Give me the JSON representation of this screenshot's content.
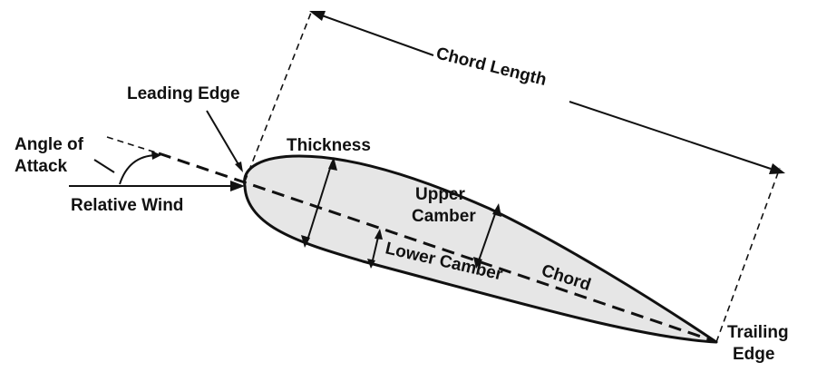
{
  "labels": {
    "leading_edge": "Leading Edge",
    "angle_of_attack_line1": "Angle of",
    "angle_of_attack_line2": "Attack",
    "relative_wind": "Relative Wind",
    "thickness": "Thickness",
    "upper_camber_line1": "Upper",
    "upper_camber_line2": "Camber",
    "lower_camber": "Lower Camber",
    "chord": "Chord",
    "chord_length": "Chord Length",
    "trailing_edge_line1": "Trailing",
    "trailing_edge_line2": "Edge"
  },
  "colors": {
    "airfoil_fill": "#e6e6e6",
    "ink": "#111111",
    "background": "#ffffff"
  }
}
